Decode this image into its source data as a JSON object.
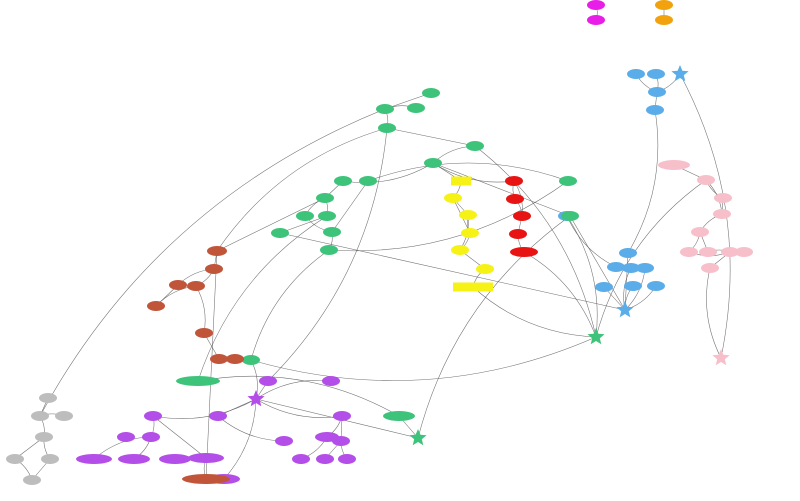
{
  "palette": {
    "magenta": "#e81ee8",
    "orange": "#f2a20c",
    "blue": "#5aade8",
    "pink": "#f7bfc9",
    "green": "#3ec47a",
    "yellow": "#f6f216",
    "red": "#e81414",
    "brown": "#c0553a",
    "purple": "#b44ee8",
    "gray": "#bdbdbd"
  },
  "diagram": {
    "groups": [
      "magenta",
      "orange",
      "blue",
      "pink",
      "green",
      "yellow",
      "red",
      "brown",
      "purple",
      "gray"
    ],
    "nodes": [
      {
        "id": "m1",
        "color": "magenta",
        "shape": "ellipse",
        "label": ""
      },
      {
        "id": "m2",
        "color": "magenta",
        "shape": "ellipse",
        "label": ""
      },
      {
        "id": "o1",
        "color": "orange",
        "shape": "ellipse",
        "label": ""
      },
      {
        "id": "o2",
        "color": "orange",
        "shape": "ellipse",
        "label": ""
      },
      {
        "id": "b1",
        "color": "blue",
        "shape": "ellipse",
        "label": ""
      },
      {
        "id": "b2",
        "color": "blue",
        "shape": "ellipse",
        "label": ""
      },
      {
        "id": "b3",
        "color": "blue",
        "shape": "ellipse",
        "label": ""
      },
      {
        "id": "b4",
        "color": "blue",
        "shape": "star",
        "label": ""
      },
      {
        "id": "b5",
        "color": "blue",
        "shape": "ellipse",
        "label": ""
      },
      {
        "id": "b6",
        "color": "blue",
        "shape": "ellipse",
        "label": ""
      },
      {
        "id": "b7",
        "color": "blue",
        "shape": "ellipse",
        "label": ""
      },
      {
        "id": "b8",
        "color": "blue",
        "shape": "ellipse",
        "label": ""
      },
      {
        "id": "b9",
        "color": "blue",
        "shape": "ellipse",
        "label": ""
      },
      {
        "id": "b10",
        "color": "blue",
        "shape": "ellipse",
        "label": ""
      },
      {
        "id": "b11",
        "color": "blue",
        "shape": "ellipse",
        "label": ""
      },
      {
        "id": "b12",
        "color": "blue",
        "shape": "ellipse",
        "label": ""
      },
      {
        "id": "b13",
        "color": "blue",
        "shape": "ellipse",
        "label": ""
      },
      {
        "id": "b14",
        "color": "blue",
        "shape": "star",
        "label": ""
      },
      {
        "id": "p1",
        "color": "pink",
        "shape": "ellipse",
        "label": ""
      },
      {
        "id": "p2",
        "color": "pink",
        "shape": "ellipse",
        "label": ""
      },
      {
        "id": "p3",
        "color": "pink",
        "shape": "ellipse",
        "label": ""
      },
      {
        "id": "p4",
        "color": "pink",
        "shape": "ellipse",
        "label": ""
      },
      {
        "id": "p5",
        "color": "pink",
        "shape": "ellipse",
        "label": ""
      },
      {
        "id": "p6",
        "color": "pink",
        "shape": "ellipse",
        "label": ""
      },
      {
        "id": "p7",
        "color": "pink",
        "shape": "ellipse",
        "label": ""
      },
      {
        "id": "p8",
        "color": "pink",
        "shape": "ellipse",
        "label": ""
      },
      {
        "id": "p9",
        "color": "pink",
        "shape": "ellipse",
        "label": ""
      },
      {
        "id": "p10",
        "color": "pink",
        "shape": "ellipse",
        "label": ""
      },
      {
        "id": "p11",
        "color": "pink",
        "shape": "star",
        "label": ""
      },
      {
        "id": "g1",
        "color": "green",
        "shape": "ellipse",
        "label": ""
      },
      {
        "id": "g2",
        "color": "green",
        "shape": "ellipse",
        "label": ""
      },
      {
        "id": "g3",
        "color": "green",
        "shape": "ellipse",
        "label": ""
      },
      {
        "id": "g4",
        "color": "green",
        "shape": "ellipse",
        "label": ""
      },
      {
        "id": "g5",
        "color": "green",
        "shape": "ellipse",
        "label": ""
      },
      {
        "id": "g6",
        "color": "green",
        "shape": "ellipse",
        "label": ""
      },
      {
        "id": "g7",
        "color": "green",
        "shape": "ellipse",
        "label": ""
      },
      {
        "id": "g8",
        "color": "green",
        "shape": "ellipse",
        "label": ""
      },
      {
        "id": "g9",
        "color": "green",
        "shape": "ellipse",
        "label": ""
      },
      {
        "id": "g10",
        "color": "green",
        "shape": "ellipse",
        "label": ""
      },
      {
        "id": "g11",
        "color": "green",
        "shape": "ellipse",
        "label": ""
      },
      {
        "id": "g12",
        "color": "green",
        "shape": "ellipse",
        "label": ""
      },
      {
        "id": "g13",
        "color": "green",
        "shape": "ellipse",
        "label": ""
      },
      {
        "id": "g14",
        "color": "green",
        "shape": "ellipse",
        "label": ""
      },
      {
        "id": "g15",
        "color": "green",
        "shape": "ellipse",
        "label": ""
      },
      {
        "id": "g16",
        "color": "green",
        "shape": "ellipse",
        "label": ""
      },
      {
        "id": "g17",
        "color": "green",
        "shape": "ellipse",
        "label": ""
      },
      {
        "id": "g18",
        "color": "green",
        "shape": "ellipse",
        "label": ""
      },
      {
        "id": "g19",
        "color": "green",
        "shape": "ellipse",
        "label": ""
      },
      {
        "id": "g20",
        "color": "green",
        "shape": "star",
        "label": ""
      },
      {
        "id": "g21",
        "color": "green",
        "shape": "star",
        "label": ""
      },
      {
        "id": "y1",
        "color": "yellow",
        "shape": "box",
        "label": ""
      },
      {
        "id": "y2",
        "color": "yellow",
        "shape": "ellipse",
        "label": ""
      },
      {
        "id": "y3",
        "color": "yellow",
        "shape": "ellipse",
        "label": ""
      },
      {
        "id": "y4",
        "color": "yellow",
        "shape": "ellipse",
        "label": ""
      },
      {
        "id": "y5",
        "color": "yellow",
        "shape": "ellipse",
        "label": ""
      },
      {
        "id": "y6",
        "color": "yellow",
        "shape": "ellipse",
        "label": ""
      },
      {
        "id": "y7",
        "color": "yellow",
        "shape": "box",
        "label": ""
      },
      {
        "id": "r1",
        "color": "red",
        "shape": "ellipse",
        "label": ""
      },
      {
        "id": "r2",
        "color": "red",
        "shape": "ellipse",
        "label": ""
      },
      {
        "id": "r3",
        "color": "red",
        "shape": "ellipse",
        "label": ""
      },
      {
        "id": "r4",
        "color": "red",
        "shape": "ellipse",
        "label": ""
      },
      {
        "id": "r5",
        "color": "red",
        "shape": "ellipse",
        "label": ""
      },
      {
        "id": "br1",
        "color": "brown",
        "shape": "ellipse",
        "label": ""
      },
      {
        "id": "br2",
        "color": "brown",
        "shape": "ellipse",
        "label": ""
      },
      {
        "id": "br3",
        "color": "brown",
        "shape": "ellipse",
        "label": ""
      },
      {
        "id": "br4",
        "color": "brown",
        "shape": "ellipse",
        "label": ""
      },
      {
        "id": "br5",
        "color": "brown",
        "shape": "ellipse",
        "label": ""
      },
      {
        "id": "br6",
        "color": "brown",
        "shape": "ellipse",
        "label": ""
      },
      {
        "id": "br7",
        "color": "brown",
        "shape": "ellipse",
        "label": ""
      },
      {
        "id": "br8",
        "color": "brown",
        "shape": "ellipse",
        "label": ""
      },
      {
        "id": "u1",
        "color": "purple",
        "shape": "ellipse",
        "label": ""
      },
      {
        "id": "u2",
        "color": "purple",
        "shape": "ellipse",
        "label": ""
      },
      {
        "id": "u3",
        "color": "purple",
        "shape": "star",
        "label": ""
      },
      {
        "id": "u4",
        "color": "purple",
        "shape": "ellipse",
        "label": ""
      },
      {
        "id": "u5",
        "color": "purple",
        "shape": "ellipse",
        "label": ""
      },
      {
        "id": "u6",
        "color": "purple",
        "shape": "ellipse",
        "label": ""
      },
      {
        "id": "u7",
        "color": "purple",
        "shape": "ellipse",
        "label": ""
      },
      {
        "id": "u8",
        "color": "purple",
        "shape": "ellipse",
        "label": ""
      },
      {
        "id": "u9",
        "color": "purple",
        "shape": "ellipse",
        "label": ""
      },
      {
        "id": "u10",
        "color": "purple",
        "shape": "ellipse",
        "label": ""
      },
      {
        "id": "u11",
        "color": "purple",
        "shape": "ellipse",
        "label": ""
      },
      {
        "id": "u12",
        "color": "purple",
        "shape": "ellipse",
        "label": ""
      },
      {
        "id": "u13",
        "color": "purple",
        "shape": "ellipse",
        "label": ""
      },
      {
        "id": "u14",
        "color": "purple",
        "shape": "ellipse",
        "label": ""
      },
      {
        "id": "u15",
        "color": "purple",
        "shape": "ellipse",
        "label": ""
      },
      {
        "id": "u16",
        "color": "purple",
        "shape": "ellipse",
        "label": ""
      },
      {
        "id": "u17",
        "color": "purple",
        "shape": "ellipse",
        "label": ""
      },
      {
        "id": "u18",
        "color": "purple",
        "shape": "ellipse",
        "label": ""
      },
      {
        "id": "u19",
        "color": "purple",
        "shape": "ellipse",
        "label": ""
      },
      {
        "id": "u20",
        "color": "brown",
        "shape": "ellipse",
        "label": ""
      },
      {
        "id": "x1",
        "color": "gray",
        "shape": "ellipse",
        "label": ""
      },
      {
        "id": "x2",
        "color": "gray",
        "shape": "ellipse",
        "label": ""
      },
      {
        "id": "x3",
        "color": "gray",
        "shape": "ellipse",
        "label": ""
      },
      {
        "id": "x4",
        "color": "gray",
        "shape": "ellipse",
        "label": ""
      },
      {
        "id": "x5",
        "color": "gray",
        "shape": "ellipse",
        "label": ""
      },
      {
        "id": "x6",
        "color": "gray",
        "shape": "ellipse",
        "label": ""
      },
      {
        "id": "x7",
        "color": "gray",
        "shape": "ellipse",
        "label": ""
      }
    ],
    "edges": [
      [
        "m1",
        "m2"
      ],
      [
        "o1",
        "o2"
      ],
      [
        "b1",
        "b3"
      ],
      [
        "b2",
        "b3"
      ],
      [
        "b3",
        "b5"
      ],
      [
        "b3",
        "b4"
      ],
      [
        "b5",
        "b6"
      ],
      [
        "b6",
        "b14"
      ],
      [
        "b7",
        "b8"
      ],
      [
        "b8",
        "b9"
      ],
      [
        "b8",
        "b10"
      ],
      [
        "b9",
        "b14"
      ],
      [
        "b10",
        "b14"
      ],
      [
        "b11",
        "b14"
      ],
      [
        "b12",
        "b14"
      ],
      [
        "b13",
        "b14"
      ],
      [
        "p1",
        "p2"
      ],
      [
        "p2",
        "p3"
      ],
      [
        "p2",
        "p4"
      ],
      [
        "p3",
        "p4"
      ],
      [
        "p4",
        "p5"
      ],
      [
        "p5",
        "p6"
      ],
      [
        "p5",
        "p7"
      ],
      [
        "p6",
        "p8"
      ],
      [
        "p7",
        "p8"
      ],
      [
        "p8",
        "p9"
      ],
      [
        "p9",
        "p11"
      ],
      [
        "p10",
        "p8"
      ],
      [
        "g1",
        "g2"
      ],
      [
        "g3",
        "g2"
      ],
      [
        "g2",
        "g4"
      ],
      [
        "g4",
        "g5"
      ],
      [
        "g5",
        "g6"
      ],
      [
        "g6",
        "g7"
      ],
      [
        "g7",
        "g8"
      ],
      [
        "g8",
        "g9"
      ],
      [
        "g8",
        "g10"
      ],
      [
        "g10",
        "g11"
      ],
      [
        "g9",
        "g12"
      ],
      [
        "g12",
        "g13"
      ],
      [
        "g12",
        "g14"
      ],
      [
        "g13",
        "g15"
      ],
      [
        "g14",
        "g15"
      ],
      [
        "g6",
        "g16"
      ],
      [
        "g17",
        "g20"
      ],
      [
        "g18",
        "g19"
      ],
      [
        "g19",
        "g21"
      ],
      [
        "g16",
        "g21"
      ],
      [
        "y1",
        "y2"
      ],
      [
        "y2",
        "y3"
      ],
      [
        "y3",
        "y4"
      ],
      [
        "y4",
        "y5"
      ],
      [
        "y5",
        "y6"
      ],
      [
        "y6",
        "y7"
      ],
      [
        "y3",
        "y5"
      ],
      [
        "y2",
        "y4"
      ],
      [
        "r1",
        "r2"
      ],
      [
        "r2",
        "r3"
      ],
      [
        "r3",
        "r4"
      ],
      [
        "r4",
        "r5"
      ],
      [
        "r1",
        "r3"
      ],
      [
        "br1",
        "br2"
      ],
      [
        "br2",
        "br3"
      ],
      [
        "br2",
        "br4"
      ],
      [
        "br3",
        "br5"
      ],
      [
        "br4",
        "br5"
      ],
      [
        "br4",
        "br6"
      ],
      [
        "br6",
        "br7"
      ],
      [
        "br7",
        "br8"
      ],
      [
        "br8",
        "g17"
      ],
      [
        "u1",
        "u3"
      ],
      [
        "u2",
        "u3"
      ],
      [
        "u3",
        "u4"
      ],
      [
        "u3",
        "u5"
      ],
      [
        "u3",
        "u6"
      ],
      [
        "u4",
        "u7"
      ],
      [
        "u4",
        "u9"
      ],
      [
        "u5",
        "u10"
      ],
      [
        "u6",
        "u11"
      ],
      [
        "u6",
        "u12"
      ],
      [
        "u7",
        "u13"
      ],
      [
        "u7",
        "u14"
      ],
      [
        "u9",
        "u15"
      ],
      [
        "u9",
        "u20"
      ],
      [
        "u11",
        "u16"
      ],
      [
        "u12",
        "u17"
      ],
      [
        "u12",
        "u18"
      ],
      [
        "u3",
        "u19"
      ],
      [
        "x1",
        "x2"
      ],
      [
        "x3",
        "x2"
      ],
      [
        "x2",
        "x4"
      ],
      [
        "x4",
        "x5"
      ],
      [
        "x4",
        "x6"
      ],
      [
        "x5",
        "x7"
      ],
      [
        "x6",
        "x7"
      ],
      [
        "g2",
        "x2"
      ],
      [
        "g5",
        "g20"
      ],
      [
        "g11",
        "b14"
      ],
      [
        "y7",
        "g20"
      ],
      [
        "r5",
        "g20"
      ],
      [
        "g6",
        "y1"
      ],
      [
        "g6",
        "r1"
      ],
      [
        "b4",
        "p11"
      ],
      [
        "g16",
        "b14"
      ],
      [
        "g4",
        "br1"
      ],
      [
        "g4",
        "u1"
      ],
      [
        "g8",
        "br1"
      ],
      [
        "p2",
        "g20"
      ],
      [
        "g17",
        "u3"
      ],
      [
        "u3",
        "g21"
      ],
      [
        "g13",
        "g17"
      ],
      [
        "b7",
        "g20"
      ],
      [
        "br1",
        "u20"
      ],
      [
        "g10",
        "g18"
      ]
    ]
  }
}
